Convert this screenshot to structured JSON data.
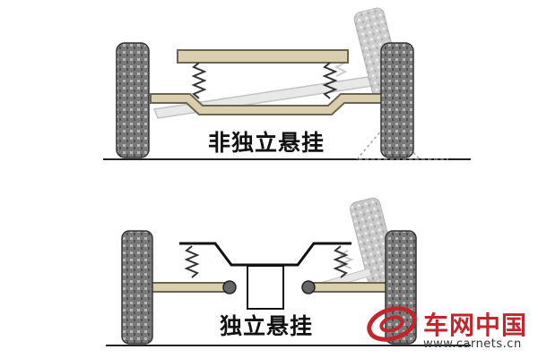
{
  "diagram": {
    "labels": {
      "non_independent": "非独立悬挂",
      "independent": "独立悬挂"
    },
    "watermark": {
      "brand": "车网中国",
      "url": "www.carnets.cn"
    },
    "colors": {
      "tire": "#6b6b6b",
      "frame_fill": "#d9cfae",
      "frame_stroke": "#6a6450",
      "ghost": "#cfcfcf",
      "watermark_red": "#c0272d"
    }
  }
}
